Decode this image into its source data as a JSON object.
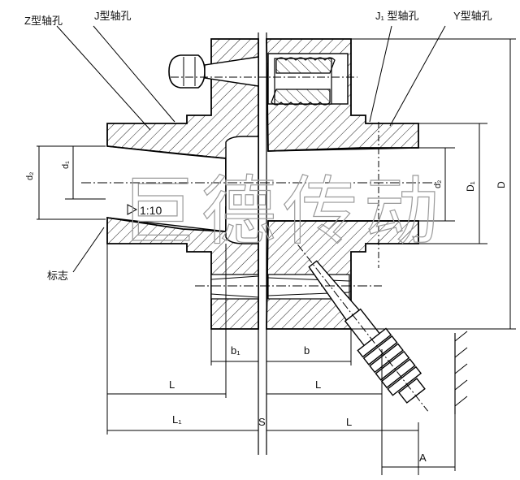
{
  "labels": {
    "z_bore": "Z型轴孔",
    "j_bore": "J型轴孔",
    "j1_bore": "J₁ 型轴孔",
    "y_bore": "Y型轴孔",
    "mark": "标志",
    "taper": "1:10",
    "d2_left": "d₂",
    "d1": "d₁",
    "d2_right": "d₂",
    "D1": "D₁",
    "D": "D",
    "b1": "b₁",
    "b": "b",
    "L_left": "L",
    "L1": "L₁",
    "S": "S",
    "L_right_top": "L",
    "L_right_bottom": "L",
    "A": "A"
  },
  "watermark": "巨德传动"
}
